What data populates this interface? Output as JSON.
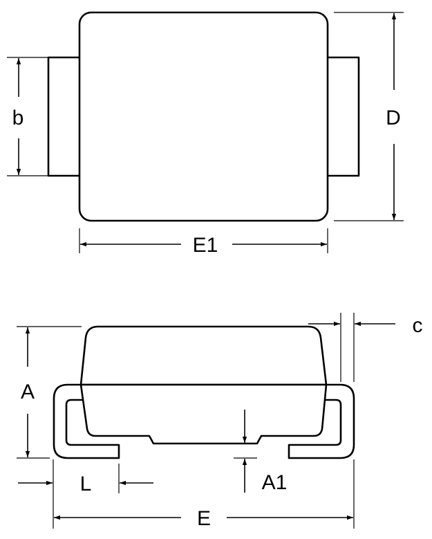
{
  "labels": {
    "b": "b",
    "D": "D",
    "E1": "E1",
    "A": "A",
    "c": "c",
    "L": "L",
    "A1": "A1",
    "E": "E"
  },
  "colors": {
    "stroke": "#000000",
    "background": "#ffffff"
  }
}
